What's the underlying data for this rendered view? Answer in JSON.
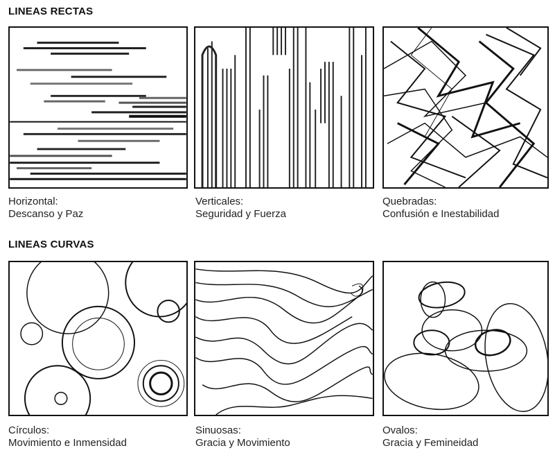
{
  "sections": [
    {
      "title": "LINEAS RECTAS",
      "items": [
        {
          "caption_1": "Horizontal:",
          "caption_2": "Descanso y Paz"
        },
        {
          "caption_1": "Verticales:",
          "caption_2": "Seguridad y Fuerza"
        },
        {
          "caption_1": "Quebradas:",
          "caption_2": "Confusión e Inestabilidad"
        }
      ]
    },
    {
      "title": "LINEAS CURVAS",
      "items": [
        {
          "caption_1": "Círculos:",
          "caption_2": "Movimiento e Inmensidad"
        },
        {
          "caption_1": "Sinuosas:",
          "caption_2": "Gracia y Movimiento"
        },
        {
          "caption_1": "Ovalos:",
          "caption_2": "Gracia y Femineidad"
        }
      ]
    }
  ]
}
